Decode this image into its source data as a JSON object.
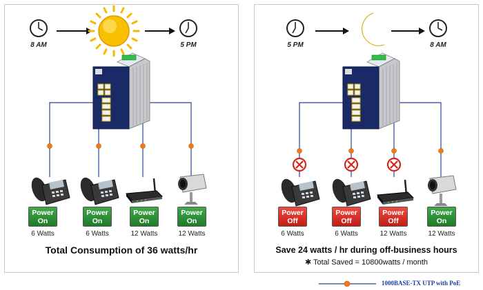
{
  "left": {
    "time_start": "8 AM",
    "time_end": "5 PM",
    "devices": [
      {
        "name": "ip-phone",
        "status_line1": "Power",
        "status_line2": "On",
        "watts": "6 Watts"
      },
      {
        "name": "ip-phone",
        "status_line1": "Power",
        "status_line2": "On",
        "watts": "6 Watts"
      },
      {
        "name": "wireless-ap",
        "status_line1": "Power",
        "status_line2": "On",
        "watts": "12 Watts"
      },
      {
        "name": "ip-camera",
        "status_line1": "Power",
        "status_line2": "On",
        "watts": "12 Watts"
      }
    ],
    "caption": "Total Consumption of 36 watts/hr"
  },
  "right": {
    "time_start": "5 PM",
    "time_end": "8 AM",
    "devices": [
      {
        "name": "ip-phone",
        "status_line1": "Power",
        "status_line2": "Off",
        "watts": "6 Watts"
      },
      {
        "name": "ip-phone",
        "status_line1": "Power",
        "status_line2": "Off",
        "watts": "6 Watts"
      },
      {
        "name": "wireless-ap",
        "status_line1": "Power",
        "status_line2": "Off",
        "watts": "12 Watts"
      },
      {
        "name": "ip-camera",
        "status_line1": "Power",
        "status_line2": "On",
        "watts": "12 Watts"
      }
    ],
    "caption": "Save 24 watts / hr during off-business hours",
    "subcaption": "✱ Total Saved = 10800watts / month"
  },
  "legend": {
    "label": "1000BASE-TX UTP with PoE"
  },
  "colors": {
    "poe_line": "#2a3f9a",
    "poe_dot": "#f07a1a",
    "power_on": "#2d9a3a",
    "power_off": "#e0322a",
    "sun": "#f6b800",
    "moon": "#f5c800"
  }
}
